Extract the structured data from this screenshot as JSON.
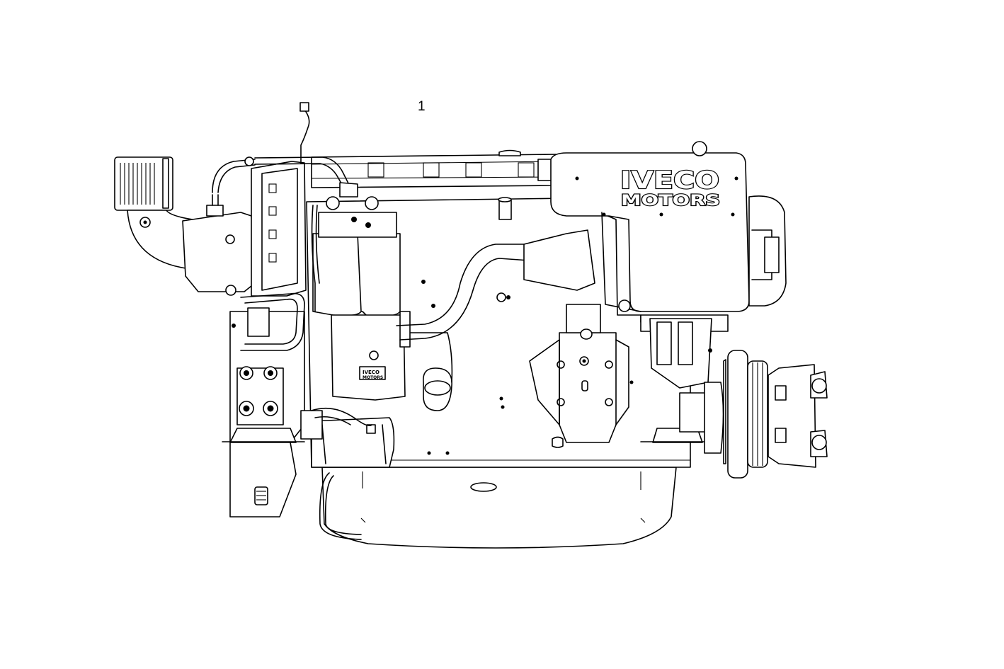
{
  "callouts": [
    {
      "label": "1"
    }
  ],
  "logo": {
    "line1": "IVECO",
    "line2": "MOTORS",
    "small_line1": "IVECO",
    "small_line2": "MOTORS"
  }
}
